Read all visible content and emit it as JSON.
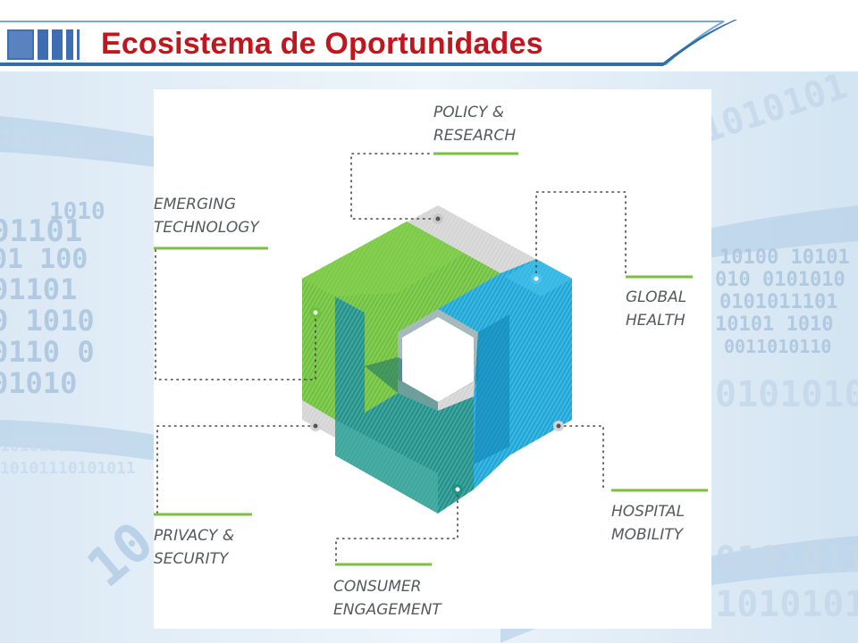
{
  "slide": {
    "title": "Ecosistema de Oportunidades"
  },
  "colors": {
    "title": "#c0161d",
    "accent_green_line": "#7ac142",
    "hex_green": "#6fc23a",
    "hex_blue": "#1ea7d9",
    "hex_teal": "#1f8f86",
    "hex_grey": "#c9c9c9",
    "label_text": "#555a5e"
  },
  "diagram": {
    "labels": {
      "policy": [
        "POLICY &",
        "RESEARCH"
      ],
      "emerging": [
        "EMERGING",
        "TECHNOLOGY"
      ],
      "global": [
        "GLOBAL",
        "HEALTH"
      ],
      "hospital": [
        "HOSPITAL",
        "MOBILITY"
      ],
      "privacy": [
        "PRIVACY &",
        "SECURITY"
      ],
      "consumer": [
        "CONSUMER",
        "ENGAGEMENT"
      ]
    }
  }
}
